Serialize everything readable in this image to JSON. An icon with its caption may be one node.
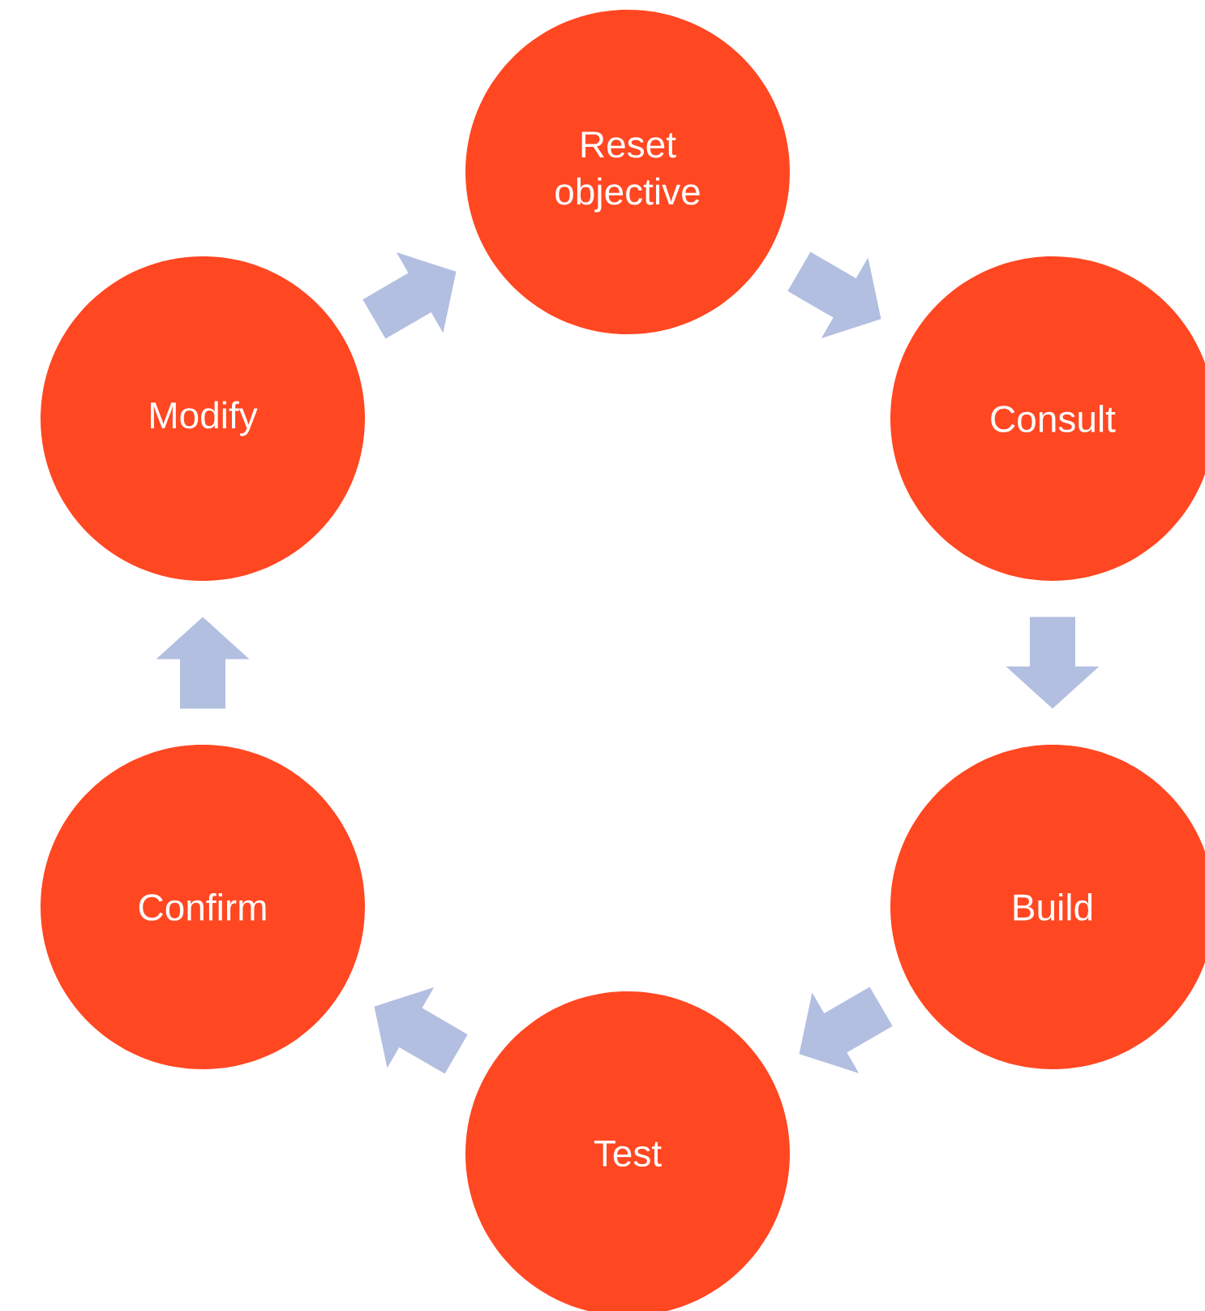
{
  "diagram": {
    "nodes": [
      {
        "text": [
          "Reset objective"
        ]
      },
      {
        "text": [
          "Consult"
        ]
      },
      {
        "text": [
          "Build"
        ]
      },
      {
        "text": [
          "Test"
        ]
      },
      {
        "text": [
          "Confirm"
        ]
      },
      {
        "text": [
          "Modify"
        ]
      }
    ],
    "edges": [
      {
        "from": 0,
        "to": 1,
        "arrow": "to"
      },
      {
        "from": 1,
        "to": 2,
        "arrow": "to"
      },
      {
        "from": 2,
        "to": 3,
        "arrow": "to"
      },
      {
        "from": 3,
        "to": 4,
        "arrow": "to"
      },
      {
        "from": 4,
        "to": 5,
        "arrow": "to"
      },
      {
        "from": 5,
        "to": 0,
        "arrow": "to"
      }
    ]
  }
}
